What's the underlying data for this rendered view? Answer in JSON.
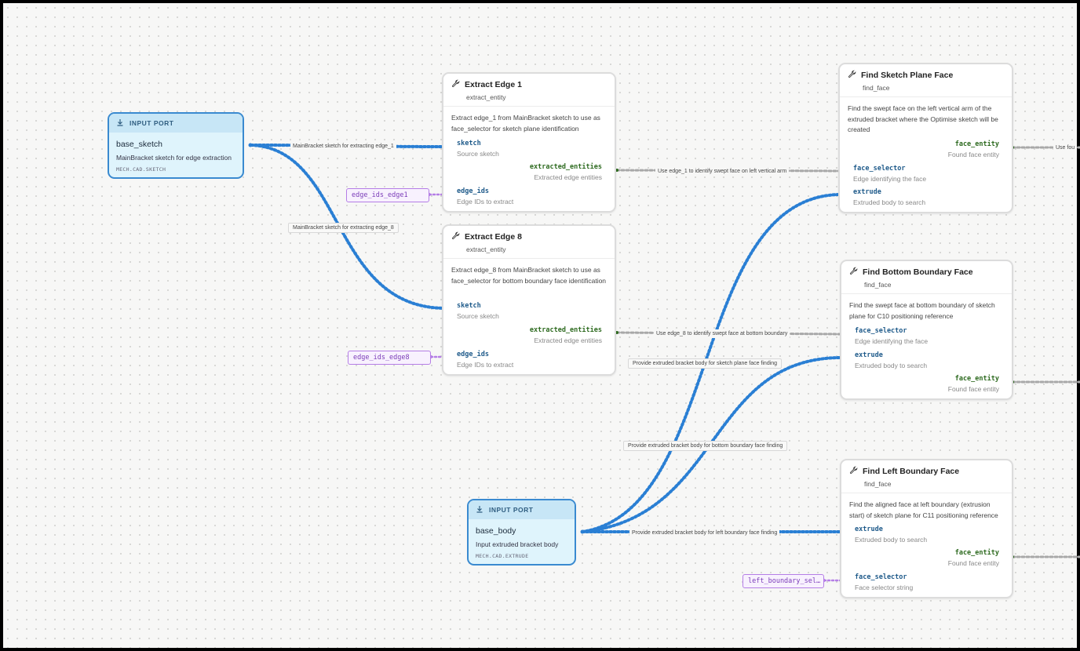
{
  "input_ports": {
    "header": "INPUT PORT",
    "sketch": {
      "name": "base_sketch",
      "description": "MainBracket sketch for edge extraction",
      "type": "MECH.CAD.SKETCH"
    },
    "body": {
      "name": "base_body",
      "description": "Input extruded bracket body",
      "type": "MECH.CAD.EXTRUDE"
    }
  },
  "nodes": {
    "extract_edge_1": {
      "title": "Extract Edge 1",
      "subtitle": "extract_entity",
      "description": "Extract edge_1 from MainBracket sketch to use as face_selector for sketch plane identification",
      "ports": {
        "sketch": {
          "name": "sketch",
          "desc": "Source sketch"
        },
        "extracted": {
          "name": "extracted_entities",
          "desc": "Extracted edge entities"
        },
        "edge_ids": {
          "name": "edge_ids",
          "desc": "Edge IDs to extract"
        }
      }
    },
    "extract_edge_8": {
      "title": "Extract Edge 8",
      "subtitle": "extract_entity",
      "description": "Extract edge_8 from MainBracket sketch to use as face_selector for bottom boundary face identification",
      "ports": {
        "sketch": {
          "name": "sketch",
          "desc": "Source sketch"
        },
        "extracted": {
          "name": "extracted_entities",
          "desc": "Extracted edge entities"
        },
        "edge_ids": {
          "name": "edge_ids",
          "desc": "Edge IDs to extract"
        }
      }
    },
    "find_sketch_plane": {
      "title": "Find Sketch Plane Face",
      "subtitle": "find_face",
      "description": "Find the swept face on the left vertical arm of the extruded bracket where the Optimise sketch will be created",
      "ports": {
        "face_entity": {
          "name": "face_entity",
          "desc": "Found face entity"
        },
        "face_selector": {
          "name": "face_selector",
          "desc": "Edge identifying the face"
        },
        "extrude": {
          "name": "extrude",
          "desc": "Extruded body to search"
        }
      }
    },
    "find_bottom": {
      "title": "Find Bottom Boundary Face",
      "subtitle": "find_face",
      "description": "Find the swept face at bottom boundary of sketch plane for C10 positioning reference",
      "ports": {
        "face_selector": {
          "name": "face_selector",
          "desc": "Edge identifying the face"
        },
        "extrude": {
          "name": "extrude",
          "desc": "Extruded body to search"
        },
        "face_entity": {
          "name": "face_entity",
          "desc": "Found face entity"
        }
      }
    },
    "find_left": {
      "title": "Find Left Boundary Face",
      "subtitle": "find_face",
      "description": "Find the aligned face at left boundary (extrusion start) of sketch plane for C11 positioning reference",
      "ports": {
        "extrude": {
          "name": "extrude",
          "desc": "Extruded body to search"
        },
        "face_entity": {
          "name": "face_entity",
          "desc": "Found face entity"
        },
        "face_selector": {
          "name": "face_selector",
          "desc": "Face selector string"
        }
      }
    }
  },
  "constants": {
    "edge1": "edge_ids_edge1",
    "edge8": "edge_ids_edge8",
    "left_sel": "left_boundary_sel…"
  },
  "edge_labels": {
    "sketch_to_e1": "MainBracket sketch for extracting edge_1",
    "sketch_to_e8": "MainBracket sketch for extracting edge_8",
    "e1_to_plane": "Use edge_1 to identify swept face on left vertical arm",
    "e8_to_bottom": "Use edge_8 to identify swept face at bottom boundary",
    "body_to_plane": "Provide extruded bracket body for sketch plane face finding",
    "body_to_bottom": "Provide extruded bracket body for bottom boundary face finding",
    "body_to_left": "Provide extruded bracket body for left boundary face finding",
    "plane_out": "Use fou"
  },
  "colors": {
    "data_wire": "#2a7fd4",
    "ref_wire": "#a8a8a8",
    "const_accent": "#b57ee6",
    "input_border": "#3a8ad0",
    "output_port": "#2d6a1f"
  }
}
